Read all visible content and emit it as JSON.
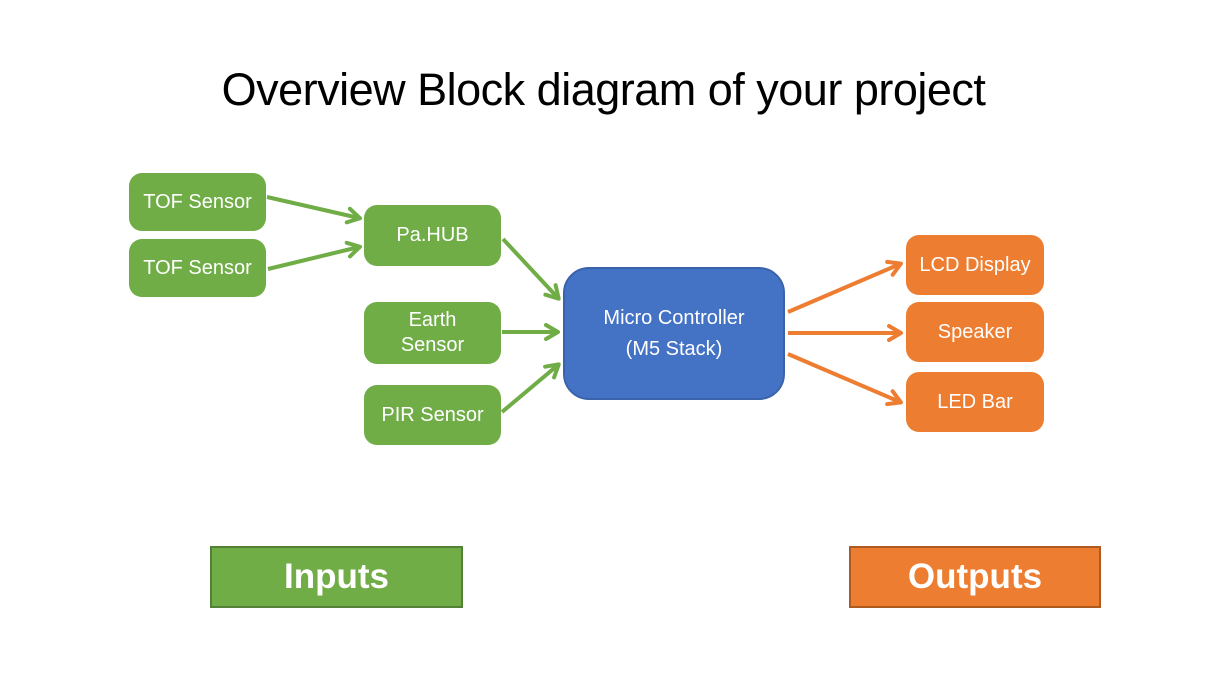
{
  "slide": {
    "title": "Overview Block diagram of your project"
  },
  "nodes": {
    "tof1": "TOF Sensor",
    "tof2": "TOF Sensor",
    "pahub": "Pa.HUB",
    "earth": "Earth Sensor",
    "pir": "PIR Sensor",
    "controller_line1": "Micro Controller",
    "controller_line2": "(M5 Stack)",
    "lcd": "LCD Display",
    "speaker": "Speaker",
    "ledbar": "LED Bar"
  },
  "banners": {
    "inputs": "Inputs",
    "outputs": "Outputs"
  },
  "colors": {
    "input_green": "#70AD47",
    "inputs_banner_border": "#538135",
    "output_orange": "#ED7D31",
    "outputs_banner_border": "#AE5A21",
    "controller_blue": "#4472C4",
    "controller_border": "#3B63AC",
    "arrow_green": "#70AD47",
    "arrow_orange": "#ED7D31",
    "title_text": "#000000",
    "node_text": "#FFFFFF",
    "background": "#FFFFFF"
  }
}
